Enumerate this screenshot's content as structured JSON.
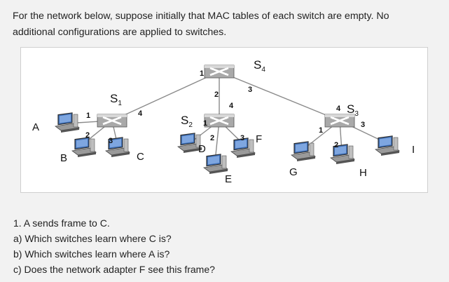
{
  "intro": {
    "line1": "For the network below, suppose initially that MAC tables of each switch are empty. No",
    "line2": "additional configurations are applied to switches."
  },
  "figure": {
    "switches": [
      {
        "name": "S",
        "sub": "1"
      },
      {
        "name": "S",
        "sub": "2"
      },
      {
        "name": "S",
        "sub": "3"
      },
      {
        "name": "S",
        "sub": "4"
      }
    ],
    "hosts": [
      "A",
      "B",
      "C",
      "D",
      "E",
      "F",
      "G",
      "H",
      "I"
    ],
    "ports": {
      "s1_a": "1",
      "s1_b": "2",
      "s1_c": "3",
      "s1_s2": "4",
      "s2_s4": "1",
      "s2_d": "2",
      "s2_e": "3",
      "s2_f": "4",
      "s4_s1": "1",
      "s4_s2": "2",
      "s4_s3": "3",
      "s3_g": "1",
      "s3_h": "2",
      "s3_i": "3",
      "s3_s4": "4"
    }
  },
  "questions": {
    "q1": "1. A sends frame to C.",
    "a": "a) Which switches learn where C is?",
    "b": "b) Which switches learn where A is?",
    "c": "c) Does the network adapter F see this frame?"
  }
}
